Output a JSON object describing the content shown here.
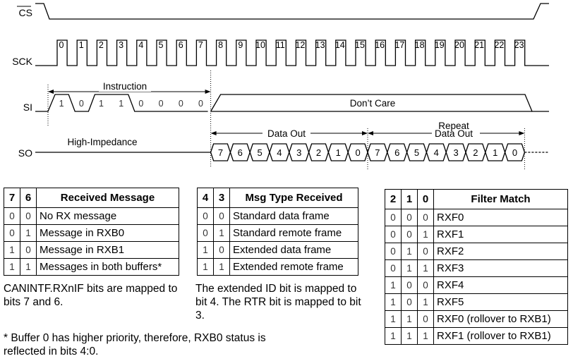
{
  "timing": {
    "signals": [
      "CS",
      "SCK",
      "SI",
      "SO"
    ],
    "clock_labels": [
      "0",
      "1",
      "2",
      "3",
      "4",
      "5",
      "6",
      "7",
      "8",
      "9",
      "10",
      "11",
      "12",
      "13",
      "14",
      "15",
      "16",
      "17",
      "18",
      "19",
      "20",
      "21",
      "22",
      "23"
    ],
    "instruction_label": "Instruction",
    "instruction_bits": [
      "1",
      "0",
      "1",
      "1",
      "0",
      "0",
      "0",
      "0"
    ],
    "dont_care_label": "Don’t Care",
    "high_impedance_label": "High-Impedance",
    "data_out_label": "Data Out",
    "repeat_label_line1": "Repeat",
    "repeat_label_line2": "Data Out",
    "data_out_bits": [
      "7",
      "6",
      "5",
      "4",
      "3",
      "2",
      "1",
      "0"
    ],
    "repeat_bits": [
      "7",
      "6",
      "5",
      "4",
      "3",
      "2",
      "1",
      "0"
    ]
  },
  "table1": {
    "headers": [
      "7",
      "6",
      "Received Message"
    ],
    "rows": [
      [
        "0",
        "0",
        "No RX message"
      ],
      [
        "0",
        "1",
        "Message in RXB0"
      ],
      [
        "1",
        "0",
        "Message in RXB1"
      ],
      [
        "1",
        "1",
        "Messages in both buffers*"
      ]
    ],
    "note": "CANINTF.RXnIF bits are mapped to bits 7 and 6."
  },
  "table2": {
    "headers": [
      "4",
      "3",
      "Msg Type Received"
    ],
    "rows": [
      [
        "0",
        "0",
        "Standard data frame"
      ],
      [
        "0",
        "1",
        "Standard remote frame"
      ],
      [
        "1",
        "0",
        "Extended data frame"
      ],
      [
        "1",
        "1",
        "Extended remote frame"
      ]
    ],
    "note": "The extended ID bit is mapped to bit 4.  The RTR bit is mapped to bit 3."
  },
  "table3": {
    "headers": [
      "2",
      "1",
      "0",
      "Filter Match"
    ],
    "rows": [
      [
        "0",
        "0",
        "0",
        "RXF0"
      ],
      [
        "0",
        "0",
        "1",
        "RXF1"
      ],
      [
        "0",
        "1",
        "0",
        "RXF2"
      ],
      [
        "0",
        "1",
        "1",
        "RXF3"
      ],
      [
        "1",
        "0",
        "0",
        "RXF4"
      ],
      [
        "1",
        "0",
        "1",
        "RXF5"
      ],
      [
        "1",
        "1",
        "0",
        "RXF0 (rollover to RXB1)"
      ],
      [
        "1",
        "1",
        "1",
        "RXF1 (rollover to RXB1)"
      ]
    ]
  },
  "footnote": "* Buffer 0 has higher priority, therefore, RXB0 status is reflected in bits 4:0."
}
